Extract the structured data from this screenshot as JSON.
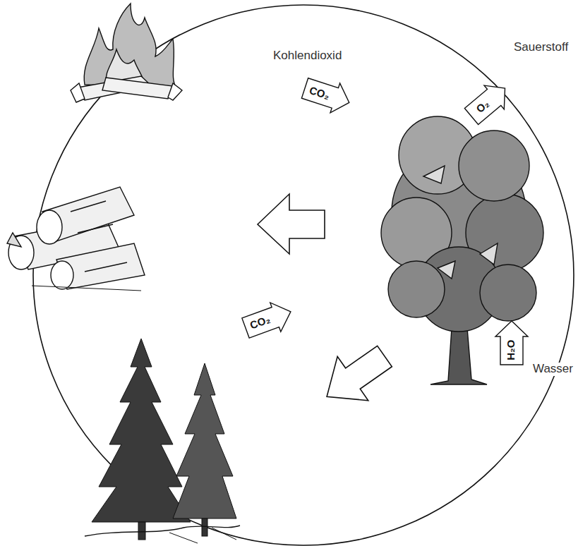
{
  "diagram": {
    "labels": [
      "Kohlendioxid",
      "CO₂",
      "Sauerstoff",
      "O₂",
      "Wasser",
      "H₂O",
      "CO₂"
    ]
  }
}
